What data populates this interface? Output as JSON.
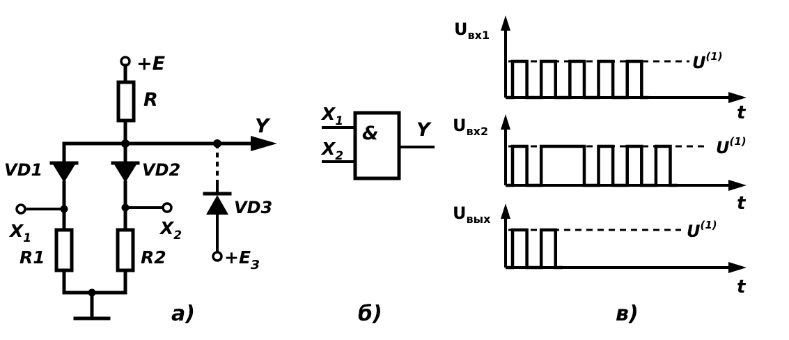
{
  "circuit": {
    "supply_label": "+E",
    "resistor_label": "R",
    "output_label": "Y",
    "diode1_label": "VD1",
    "diode2_label": "VD2",
    "diode3_label": "VD3",
    "input1_label": "X",
    "input1_sub": "1",
    "input2_label": "X",
    "input2_sub": "2",
    "resistor1_label": "R1",
    "resistor2_label": "R2",
    "bias_label": "+E",
    "bias_sub": "З",
    "caption": "а)"
  },
  "gate": {
    "symbol": "&",
    "input1_label": "X",
    "input1_sub": "1",
    "input2_label": "X",
    "input2_sub": "2",
    "output_label": "Y",
    "caption": "б)"
  },
  "timing": {
    "caption": "в)",
    "level_label": "U",
    "level_sup": "(1)",
    "time_label": "t",
    "signals": [
      {
        "label": "U",
        "sub": "вх1",
        "levels": [
          0,
          1,
          0,
          1,
          0,
          1,
          0,
          1,
          0,
          1,
          0
        ]
      },
      {
        "label": "U",
        "sub": "вх2",
        "levels": [
          0,
          1,
          0,
          1,
          1,
          1,
          0,
          1,
          0,
          1,
          0,
          1,
          0
        ]
      },
      {
        "label": "U",
        "sub": "вых",
        "levels": [
          0,
          1,
          0,
          1,
          0
        ]
      }
    ]
  }
}
